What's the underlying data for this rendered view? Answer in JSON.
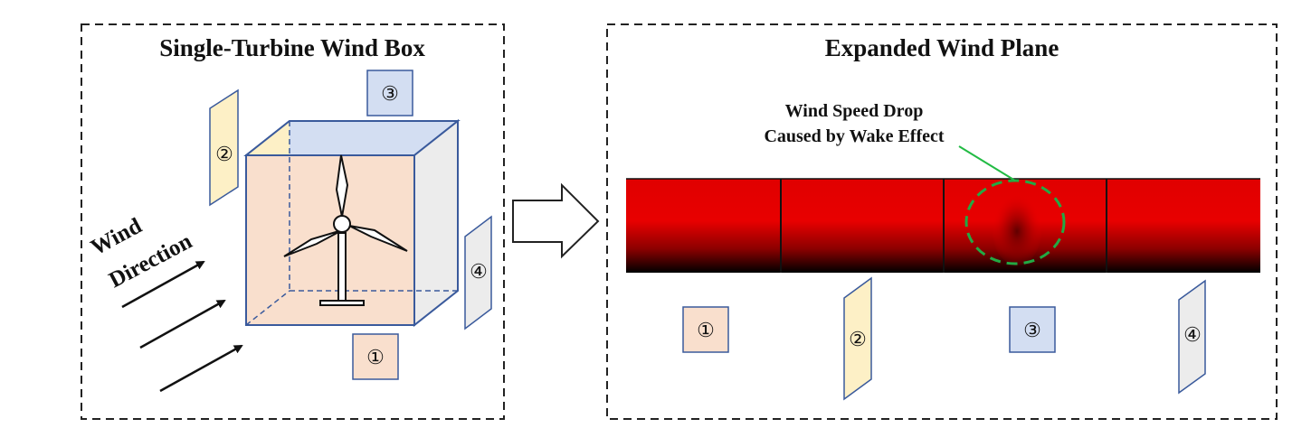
{
  "left_panel": {
    "title": "Single-Turbine Wind Box",
    "wind_label_line1": "Wind",
    "wind_label_line2": "Direction",
    "faces": {
      "face1": "①",
      "face2": "②",
      "face3": "③",
      "face4": "④"
    }
  },
  "right_panel": {
    "title": "Expanded Wind Plane",
    "annotation_line1": "Wind Speed Drop",
    "annotation_line2": "Caused by Wake Effect",
    "faces": {
      "face1": "①",
      "face2": "②",
      "face3": "③",
      "face4": "④"
    }
  },
  "colors": {
    "face1": "#f9dfcd",
    "face2": "#fdf0c6",
    "face3": "#d3def2",
    "face4": "#ececec",
    "face_border": "#3a5a9c",
    "plane_red": "#e80000",
    "wake_circle": "#22aa44",
    "annotation_line": "#22bb44"
  }
}
